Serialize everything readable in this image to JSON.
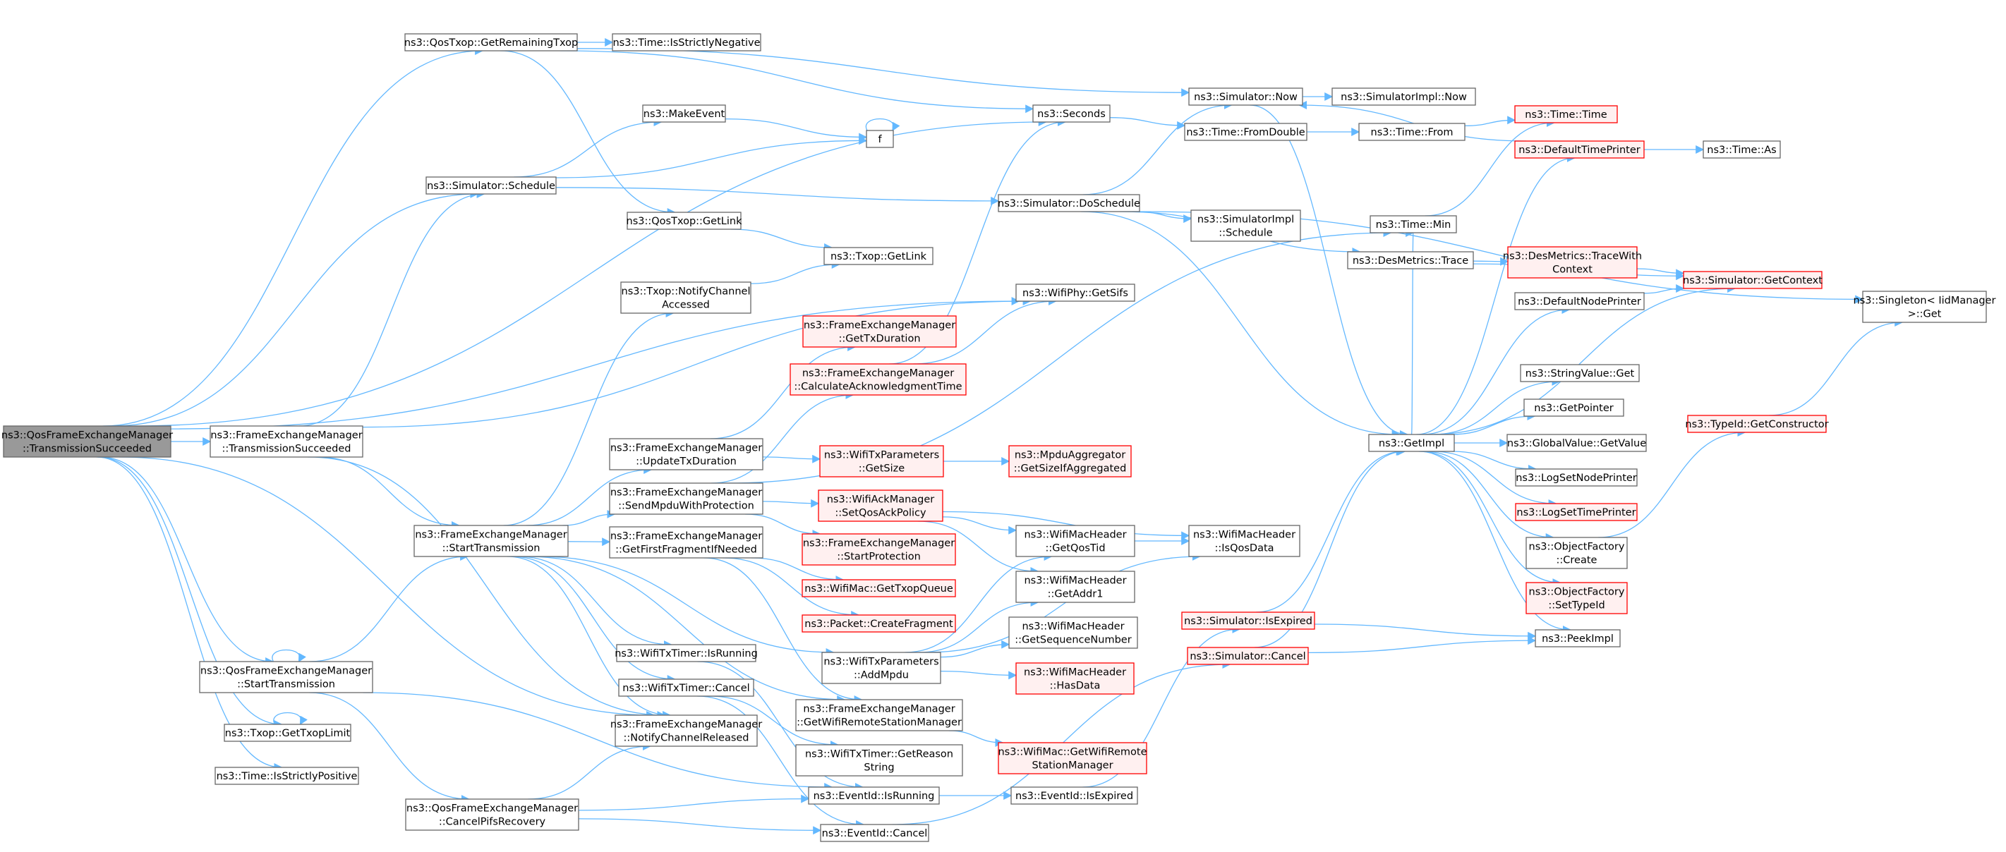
{
  "colors": {
    "edge": "#63b8ff",
    "box_border": "#666666",
    "box_fill": "#ffffff",
    "red_border": "#ff0000",
    "red_fill": "#fff0f0",
    "root_fill": "#999999",
    "text": "#000000"
  },
  "nodes": {
    "root": [
      "ns3::QosFrameExchangeManager",
      "::TransmissionSucceeded"
    ],
    "fem_ts": [
      "ns3::FrameExchangeManager",
      "::TransmissionSucceeded"
    ],
    "qos_getrem": [
      "ns3::QosTxop::GetRemainingTxop"
    ],
    "time_isneg": [
      "ns3::Time::IsStrictlyNegative"
    ],
    "makeevent": [
      "ns3::MakeEvent"
    ],
    "f": [
      "f"
    ],
    "sched": [
      "ns3::Simulator::Schedule"
    ],
    "qos_getlink": [
      "ns3::QosTxop::GetLink"
    ],
    "txop_getlink": [
      "ns3::Txop::GetLink"
    ],
    "txop_notify": [
      "ns3::Txop::NotifyChannel",
      "Accessed"
    ],
    "phy_getsifs": [
      "ns3::WifiPhy::GetSifs"
    ],
    "seconds": [
      "ns3::Seconds"
    ],
    "sim_now": [
      "ns3::Simulator::Now"
    ],
    "simimpl_now": [
      "ns3::SimulatorImpl::Now"
    ],
    "time_fromdouble": [
      "ns3::Time::FromDouble"
    ],
    "time_from": [
      "ns3::Time::From"
    ],
    "time_time": [
      "ns3::Time::Time"
    ],
    "deftimeprinter": [
      "ns3::DefaultTimePrinter"
    ],
    "time_as": [
      "ns3::Time::As"
    ],
    "sim_dosched": [
      "ns3::Simulator::DoSchedule"
    ],
    "simimpl_sched": [
      "ns3::SimulatorImpl",
      "::Schedule"
    ],
    "time_min": [
      "ns3::Time::Min"
    ],
    "desm_trace": [
      "ns3::DesMetrics::Trace"
    ],
    "desm_tracewc": [
      "ns3::DesMetrics::TraceWith",
      "Context"
    ],
    "sim_getctx": [
      "ns3::Simulator::GetContext"
    ],
    "singleton": [
      "ns3::Singleton< IidManager",
      " >::Get"
    ],
    "defnodeprinter": [
      "ns3::DefaultNodePrinter"
    ],
    "stringvalue": [
      "ns3::StringValue::Get"
    ],
    "getpointer": [
      "ns3::GetPointer"
    ],
    "getimpl": [
      "ns3::GetImpl"
    ],
    "globalvalue": [
      "ns3::GlobalValue::GetValue"
    ],
    "typeid_getctor": [
      "ns3::TypeId::GetConstructor"
    ],
    "lognodeprinter": [
      "ns3::LogSetNodePrinter"
    ],
    "logtimeprinter": [
      "ns3::LogSetTimePrinter"
    ],
    "objfac_create": [
      "ns3::ObjectFactory",
      "::Create"
    ],
    "objfac_settypeid": [
      "ns3::ObjectFactory",
      "::SetTypeId"
    ],
    "peekimpl": [
      "ns3::PeekImpl"
    ],
    "fem_gettxdur": [
      "ns3::FrameExchangeManager",
      "::GetTxDuration"
    ],
    "fem_calcack": [
      "ns3::FrameExchangeManager",
      "::CalculateAcknowledgmentTime"
    ],
    "fem_updtxdur": [
      "ns3::FrameExchangeManager",
      "::UpdateTxDuration"
    ],
    "txparams_getsize": [
      "ns3::WifiTxParameters",
      "::GetSize"
    ],
    "mpduagg": [
      "ns3::MpduAggregator",
      "::GetSizeIfAggregated"
    ],
    "fem_sendmpdu": [
      "ns3::FrameExchangeManager",
      "::SendMpduWithProtection"
    ],
    "ackmgr": [
      "ns3::WifiAckManager",
      "::SetQosAckPolicy"
    ],
    "fem_startprot": [
      "ns3::FrameExchangeManager",
      "::StartProtection"
    ],
    "fem_start": [
      "ns3::FrameExchangeManager",
      "::StartTransmission"
    ],
    "fem_getfirst": [
      "ns3::FrameExchangeManager",
      "::GetFirstFragmentIfNeeded"
    ],
    "machdr_qostid": [
      "ns3::WifiMacHeader",
      "::GetQosTid"
    ],
    "machdr_isqos": [
      "ns3::WifiMacHeader",
      "::IsQosData"
    ],
    "mac_gettxopq": [
      "ns3::WifiMac::GetTxopQueue"
    ],
    "machdr_addr1": [
      "ns3::WifiMacHeader",
      "::GetAddr1"
    ],
    "pkt_createfrag": [
      "ns3::Packet::CreateFragment"
    ],
    "machdr_seqnum": [
      "ns3::WifiMacHeader",
      "::GetSequenceNumber"
    ],
    "sim_isexpired": [
      "ns3::Simulator::IsExpired"
    ],
    "txtimer_isrunning": [
      "ns3::WifiTxTimer::IsRunning"
    ],
    "txparams_addmpdu": [
      "ns3::WifiTxParameters",
      "::AddMpdu"
    ],
    "machdr_hasdata": [
      "ns3::WifiMacHeader",
      "::HasData"
    ],
    "sim_cancel": [
      "ns3::Simulator::Cancel"
    ],
    "qos_start": [
      "ns3::QosFrameExchangeManager",
      "::StartTransmission"
    ],
    "txtimer_cancel": [
      "ns3::WifiTxTimer::Cancel"
    ],
    "fem_getremote": [
      "ns3::FrameExchangeManager",
      "::GetWifiRemoteStationManager"
    ],
    "fem_notifyrel": [
      "ns3::FrameExchangeManager",
      "::NotifyChannelReleased"
    ],
    "txop_gettxoplimit": [
      "ns3::Txop::GetTxopLimit"
    ],
    "mac_getremote": [
      "ns3::WifiMac::GetWifiRemote",
      "StationManager"
    ],
    "txtimer_getreason": [
      "ns3::WifiTxTimer::GetReason",
      "String"
    ],
    "time_ispos": [
      "ns3::Time::IsStrictlyPositive"
    ],
    "eventid_isrunning": [
      "ns3::EventId::IsRunning"
    ],
    "eventid_isexpired": [
      "ns3::EventId::IsExpired"
    ],
    "qos_cancelpifs": [
      "ns3::QosFrameExchangeManager",
      "::CancelPifsRecovery"
    ],
    "eventid_cancel": [
      "ns3::EventId::Cancel"
    ]
  }
}
